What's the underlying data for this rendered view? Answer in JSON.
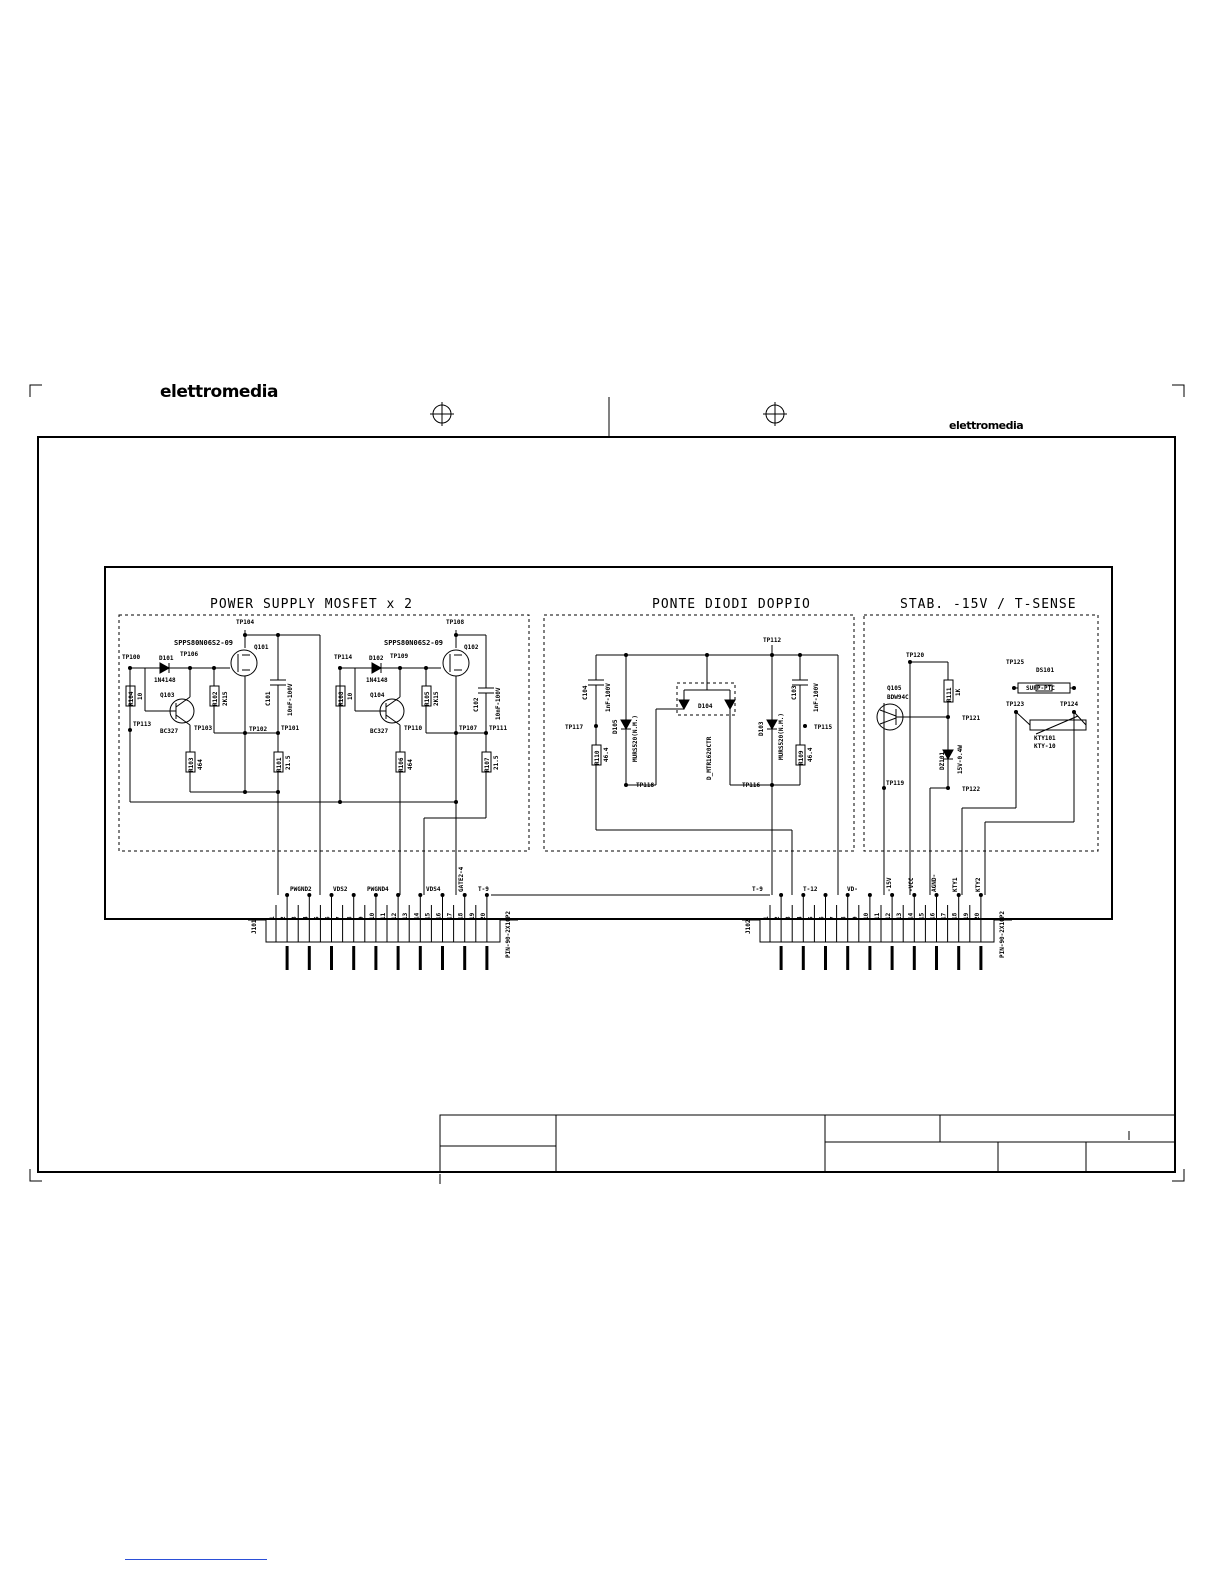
{
  "logos": {
    "left": "elettromedia",
    "right": "elettromedia"
  },
  "sections": {
    "mosfet": "POWER SUPPLY MOSFET x 2",
    "diodes": "PONTE DIODI DOPPIO",
    "stab": "STAB. -15V / T-SENSE"
  },
  "components": {
    "TP104": "TP104",
    "SPPS1": "SPPS80N06S2-09",
    "Q101": "Q101",
    "TP100": "TP100",
    "D101": "D101",
    "TP106": "TP106",
    "D101v": "1N4148",
    "R104": "R104",
    "R104v": "10",
    "Q103": "Q103",
    "BC327a": "BC327",
    "R102": "R102",
    "R102v": "2K15",
    "C101": "C101",
    "C101v": "10nF-100V",
    "TP113": "TP113",
    "TP103": "TP103",
    "TP102": "TP102",
    "TP101": "TP101",
    "R103": "R103",
    "R103v": "464",
    "R101": "R101",
    "R101v": "21.5",
    "TP108": "TP108",
    "SPPS2": "SPPS80N06S2-09",
    "Q102": "Q102",
    "TP114": "TP114",
    "D102": "D102",
    "TP109": "TP109",
    "D102v": "1N4148",
    "R108": "R108",
    "R108v": "10",
    "Q104": "Q104",
    "BC327b": "BC327",
    "R105": "R105",
    "R105v": "2K15",
    "C102": "C102",
    "C102v": "10nF-100V",
    "TP110": "TP110",
    "TP107": "TP107",
    "TP111": "TP111",
    "R106": "R106",
    "R106v": "464",
    "R107": "R107",
    "R107v": "21.5",
    "TP112": "TP112",
    "C104": "C104",
    "C104v": "1nF-100V",
    "TP117": "TP117",
    "D105": "D105",
    "D105v": "MURS520(N.M.)",
    "R110": "R110",
    "R110v": "46.4",
    "TP118": "TP118",
    "D104": "D104",
    "D104v": "D_MTR1620CTR",
    "D103": "D103",
    "D103v": "MURS520(N.M.)",
    "C103": "C103",
    "C103v": "1nF-100V",
    "TP115": "TP115",
    "R109": "R109",
    "R109v": "46.4",
    "TP116": "TP116",
    "TP120": "TP120",
    "Q105": "Q105",
    "Q105v": "BDW94C",
    "R111": "R111",
    "R111v": "1K",
    "TP121": "TP121",
    "DZ101": "DZ101",
    "DZ101v": "15V-0.4W",
    "TP119": "TP119",
    "TP122": "TP122",
    "TP125": "TP125",
    "DS101": "DS101",
    "DS101v": "SUPP-PTC",
    "TP123": "TP123",
    "TP124": "TP124",
    "KTY101": "KTY101",
    "KTY101v": "KTY-10"
  },
  "connectors": {
    "J101": {
      "ref": "J101",
      "part": "PIN-90-2X10P2",
      "nets": [
        "PWGND2",
        "VDS2",
        "PWGND4",
        "VDS4",
        "GATE2-4",
        "T-9"
      ],
      "pins": [
        "1",
        "2",
        "3",
        "4",
        "5",
        "6",
        "7",
        "8",
        "9",
        "10",
        "11",
        "12",
        "13",
        "14",
        "15",
        "16",
        "17",
        "18",
        "19",
        "20"
      ]
    },
    "J102": {
      "ref": "J102",
      "part": "PIN-90-2X10P2",
      "nets": [
        "T-9",
        "T-12",
        "VD-",
        "-15V",
        "-VCC",
        "AGND-",
        "KTY1",
        "KTY2"
      ],
      "pins": [
        "1",
        "2",
        "3",
        "4",
        "5",
        "6",
        "7",
        "8",
        "9",
        "10",
        "11",
        "12",
        "13",
        "14",
        "15",
        "16",
        "17",
        "18",
        "19",
        "20"
      ]
    }
  }
}
